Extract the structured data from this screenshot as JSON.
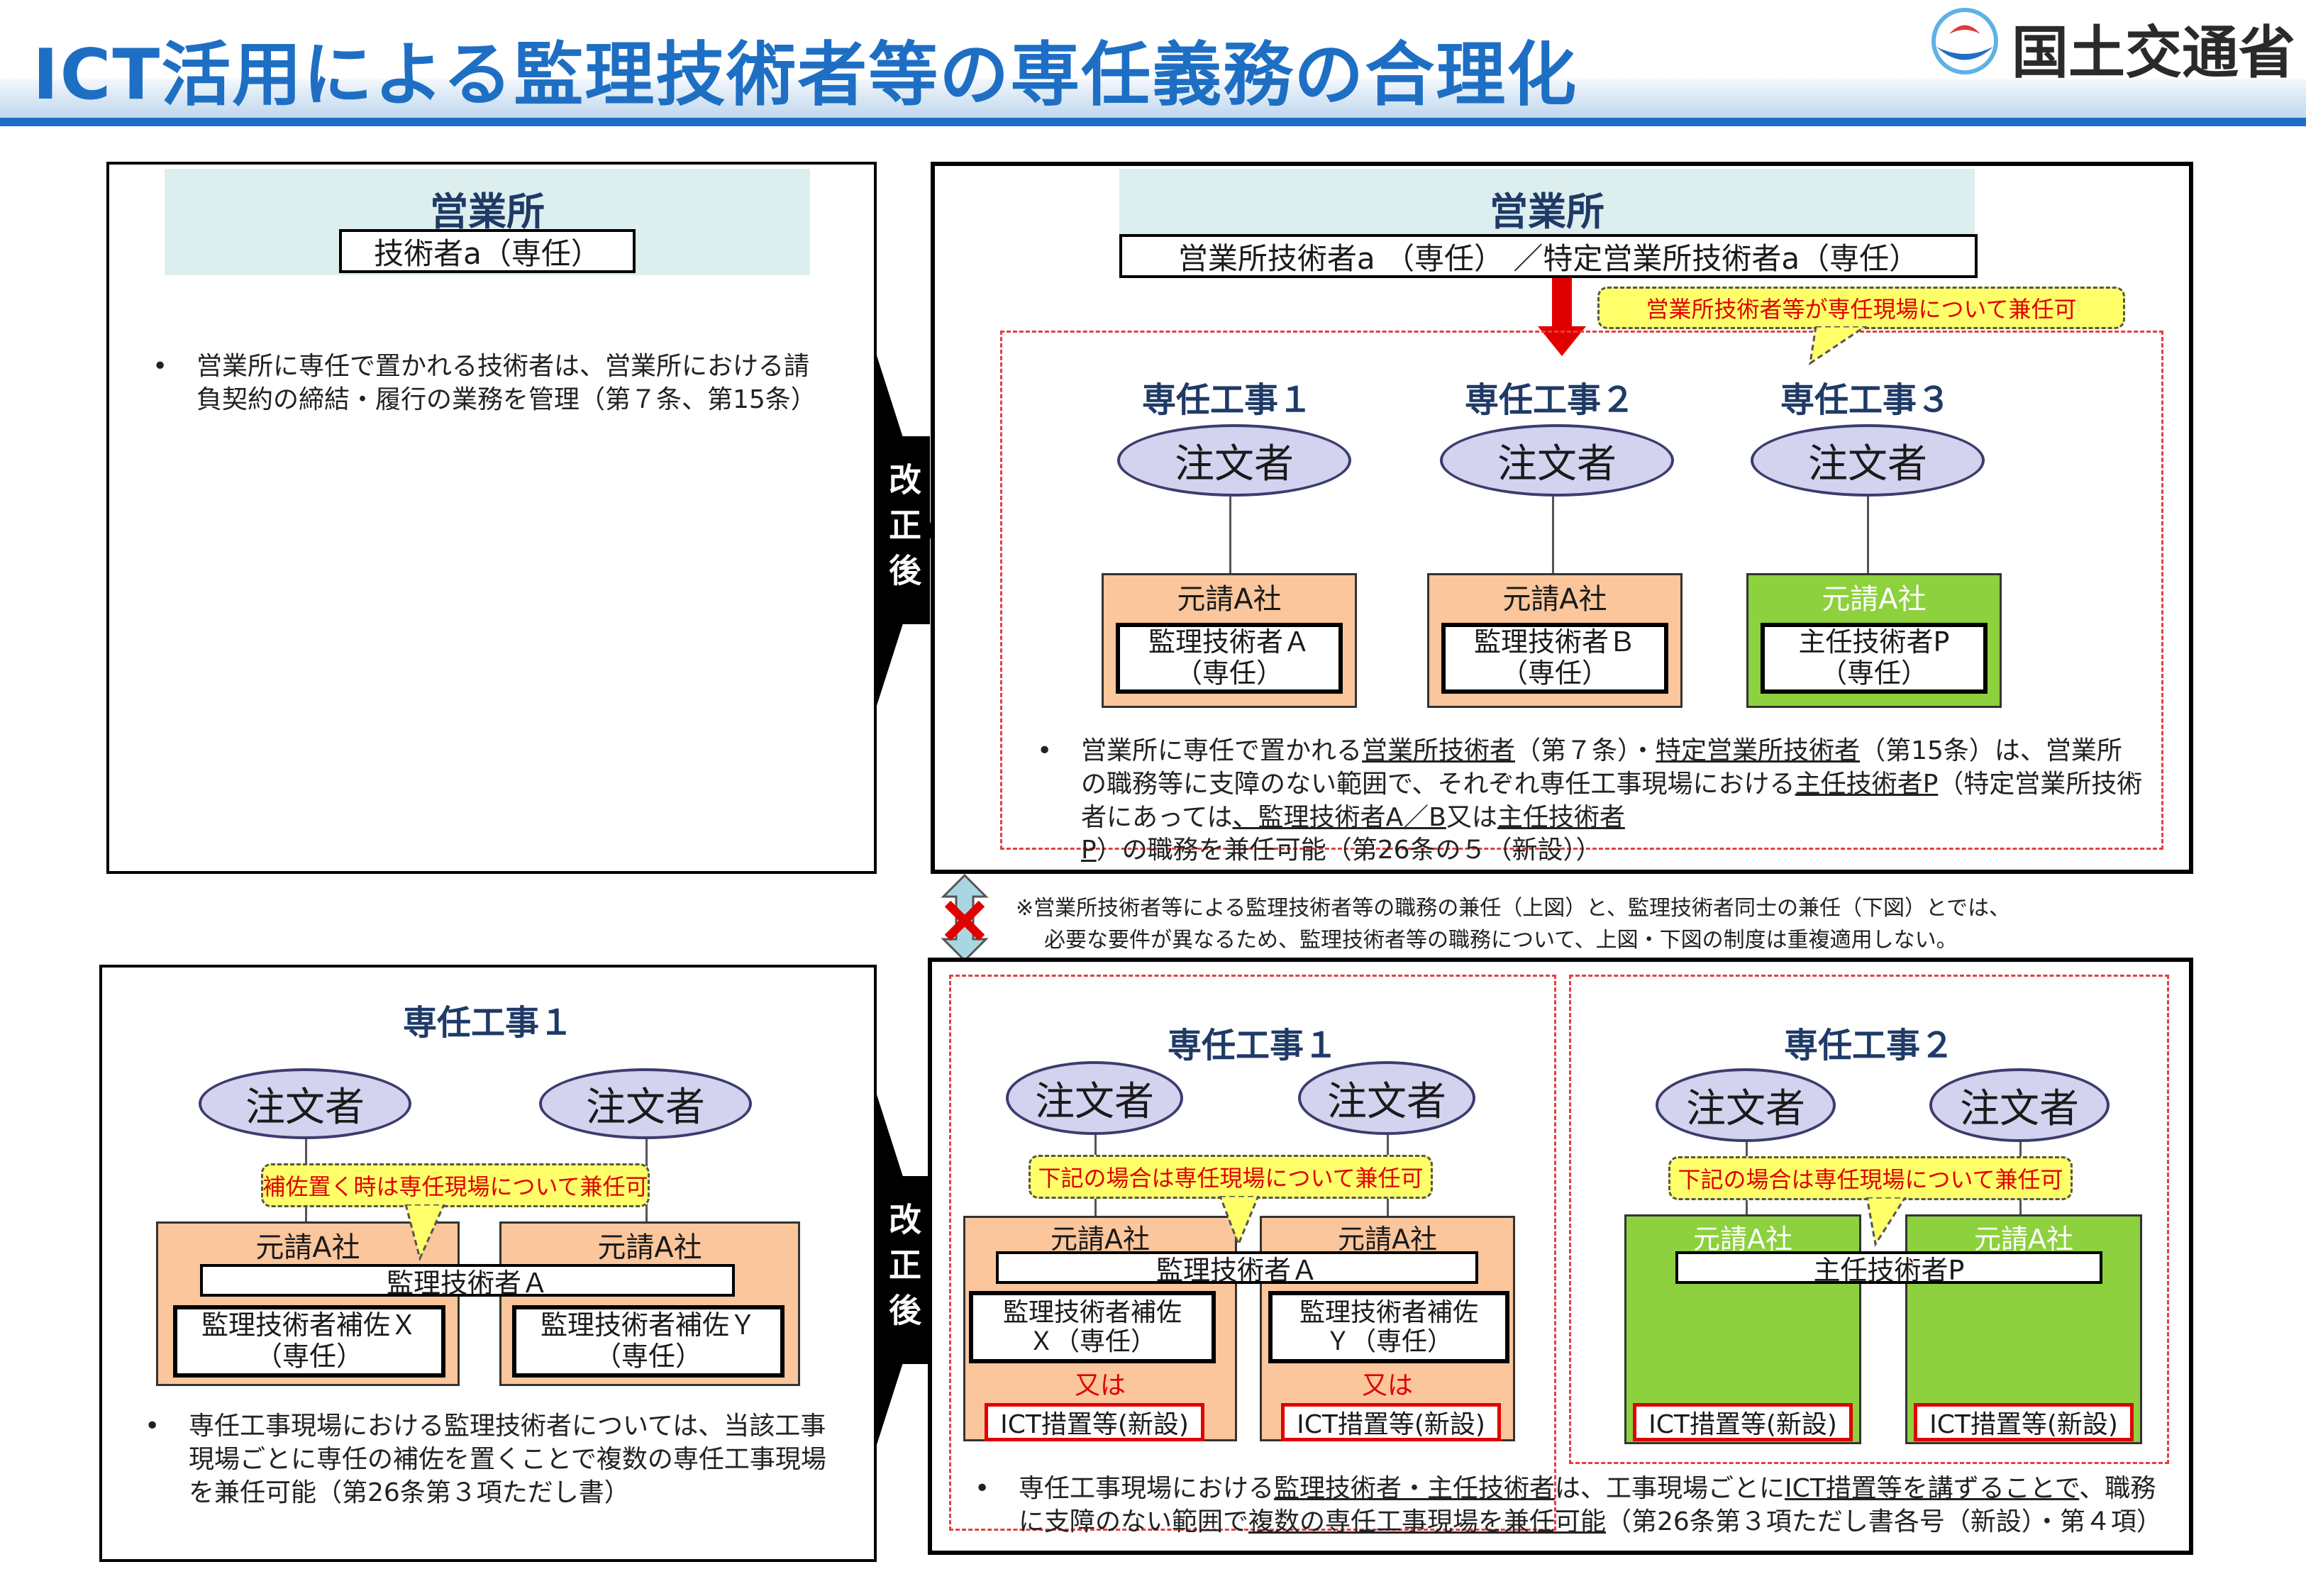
{
  "header": {
    "title": "ICT活用による監理技術者等の専任義務の合理化",
    "ministry": "国土交通省"
  },
  "colors": {
    "title": "#1e6fc4",
    "header_band": "#1e6fc4",
    "office_band": "#dceeee",
    "ellipse": "#d3d3f0",
    "orange": "#fbc69c",
    "green": "#8dd13e",
    "callout": "#ffff6a",
    "callout_text": "#e00000",
    "dashed": "#e2403f"
  },
  "revision_label": [
    "改",
    "正",
    "後"
  ],
  "top_left": {
    "office_label": "営業所",
    "tech_box": "技術者a（専任）",
    "bullet": "営業所に専任で置かれる技術者は、営業所における請負契約の締結・履行の業務を管理（第７条、第15条）"
  },
  "top_right": {
    "office_label": "営業所",
    "tech_box": "営業所技術者a （専任） ／特定営業所技術者a（専任）",
    "callout": "営業所技術者等が専任現場について兼任可",
    "projects": [
      {
        "title": "専任工事１",
        "client": "注文者",
        "company": "元請A社",
        "tech_line1": "監理技術者Ａ",
        "tech_line2": "（専任）"
      },
      {
        "title": "専任工事２",
        "client": "注文者",
        "company": "元請A社",
        "tech_line1": "監理技術者Ｂ",
        "tech_line2": "（専任）"
      },
      {
        "title": "専任工事３",
        "client": "注文者",
        "company": "元請A社",
        "tech_line1": "主任技術者P",
        "tech_line2": "（専任）"
      }
    ],
    "bullet": {
      "p1": "営業所に専任で置かれる",
      "u1": "営業所技術者",
      "p2": "（第７条）・",
      "u2": "特定営業所技術者",
      "p3": "（第15条）は、営業所の職務等に支障のない範囲で、それぞれ専任工事現場における",
      "u3": "主任技術者P",
      "p4": "（特定営業所技術者にあっては",
      "u4": "、監理技術者A／B",
      "p5": "又は",
      "u5": "主任技術者P",
      "p6": "）の職務を兼任可能（第26条の５（新設））"
    }
  },
  "middle_note": {
    "line1": "※営業所技術者等による監理技術者等の職務の兼任（上図）と、監理技術者同士の兼任（下図）とでは、",
    "line2": "必要な要件が異なるため、監理技術者等の職務について、上図・下図の制度は重複適用しない。"
  },
  "bottom_left": {
    "title": "専任工事１",
    "clients": [
      "注文者",
      "注文者"
    ],
    "callout": "補佐置く時は専任現場について兼任可",
    "companies": [
      "元請A社",
      "元請A社"
    ],
    "chief": "監理技術者Ａ",
    "assistants": [
      {
        "line1": "監理技術者補佐Ｘ",
        "line2": "（専任）"
      },
      {
        "line1": "監理技術者補佐Ｙ",
        "line2": "（専任）"
      }
    ],
    "bullet": "専任工事現場における監理技術者については、当該工事現場ごとに専任の補佐を置くことで複数の専任工事現場を兼任可能（第26条第３項ただし書）"
  },
  "bottom_right": {
    "left_panel": {
      "title": "専任工事１",
      "clients": [
        "注文者",
        "注文者"
      ],
      "callout": "下記の場合は専任現場について兼任可",
      "companies": [
        "元請A社",
        "元請A社"
      ],
      "chief": "監理技術者Ａ",
      "assistants": [
        {
          "line1": "監理技術者補佐",
          "line2": "Ｘ（専任）"
        },
        {
          "line1": "監理技術者補佐",
          "line2": "Ｙ（専任）"
        }
      ],
      "or_label": [
        "又は",
        "又は"
      ],
      "ict": [
        "ICT措置等(新設)",
        "ICT措置等(新設)"
      ]
    },
    "right_panel": {
      "title": "専任工事２",
      "clients": [
        "注文者",
        "注文者"
      ],
      "callout": "下記の場合は専任現場について兼任可",
      "companies": [
        "元請A社",
        "元請A社"
      ],
      "chief": "主任技術者P",
      "ict": [
        "ICT措置等(新設)",
        "ICT措置等(新設)"
      ]
    },
    "bullet": {
      "p1": "専任工事現場における",
      "u1": "監理技術者・主任技術者",
      "p2": "は、工事現場ごとに",
      "u2": "ICT措置等を講ずることで",
      "p3": "、職務に支障のない範囲で",
      "u3": "複数の専任工事現場を兼任可能",
      "p4": "（第26条第３項ただし書各号（新設）・第４項）"
    }
  }
}
